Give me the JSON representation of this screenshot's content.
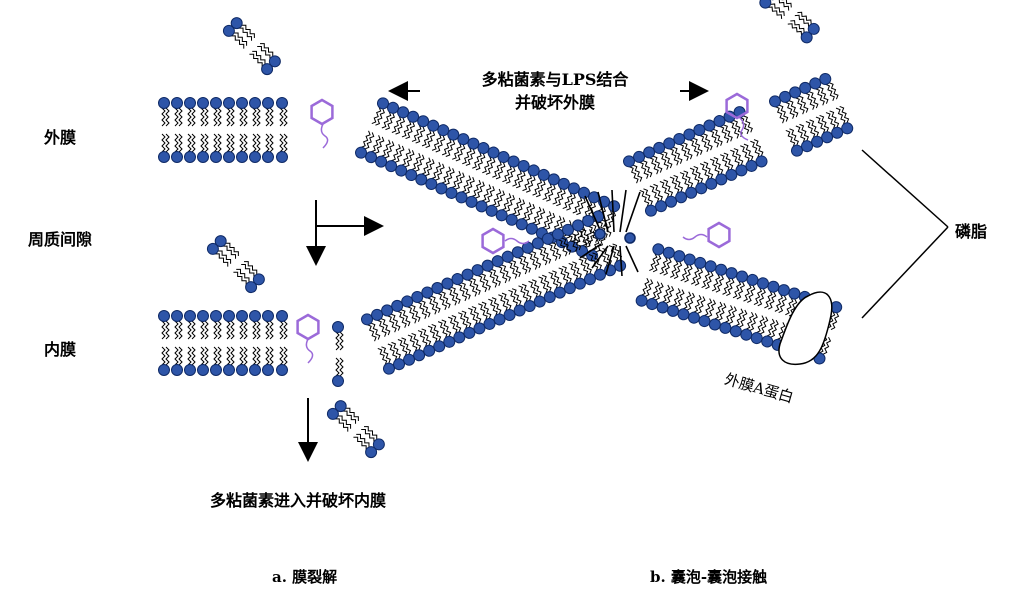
{
  "labels": {
    "outer_membrane": "外膜",
    "periplasm": "周质间隙",
    "inner_membrane": "内膜",
    "phospholipid": "磷脂",
    "ompa": "外膜A蛋白",
    "polymyxin_lps_line1": "多粘菌素与LPS结合",
    "polymyxin_lps_line2": "并破坏外膜",
    "polymyxin_inner": "多粘菌素进入并破坏内膜",
    "caption_a": "a. 膜裂解",
    "caption_b": "b. 囊泡-囊泡接触"
  },
  "colors": {
    "head": "#2e55a8",
    "head_stroke": "#0f2a66",
    "polymyxin": "#9b6ad9",
    "line": "#000000"
  }
}
